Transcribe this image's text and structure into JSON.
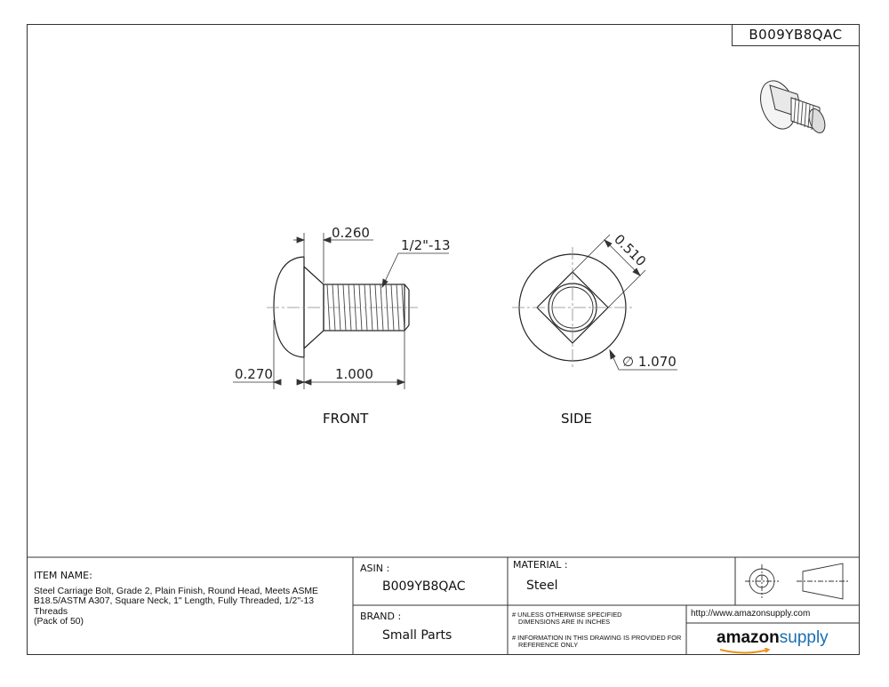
{
  "header": {
    "part_number": "B009YB8QAC"
  },
  "drawing": {
    "front": {
      "view_label": "FRONT",
      "dim_head_neck": "0.260",
      "dim_thread": "1/2\"-13",
      "dim_head_height": "0.270",
      "dim_length": "1.000"
    },
    "side": {
      "view_label": "SIDE",
      "dim_square": "0.510",
      "dim_diameter": "∅ 1.070"
    }
  },
  "title_block": {
    "item_name_label": "ITEM NAME:",
    "item_name_lines": [
      "Steel Carriage Bolt, Grade 2, Plain Finish, Round Head, Meets ASME",
      "B18.5/ASTM A307, Square Neck, 1\" Length, Fully Threaded, 1/2\"-13 Threads",
      "(Pack of 50)"
    ],
    "asin_label": "ASIN :",
    "asin_value": "B009YB8QAC",
    "brand_label": "BRAND :",
    "brand_value": "Small Parts",
    "material_label": "MATERIAL :",
    "material_value": "Steel",
    "note1_lines": [
      "# UNLESS OTHERWISE SPECIFIED",
      "DIMENSIONS ARE IN INCHES"
    ],
    "note2_lines": [
      "# INFORMATION IN THIS DRAWING IS PROVIDED FOR",
      "REFERENCE ONLY"
    ],
    "url": "http://www.amazonsupply.com",
    "logo_word1": "amazon",
    "logo_word2": "supply"
  }
}
